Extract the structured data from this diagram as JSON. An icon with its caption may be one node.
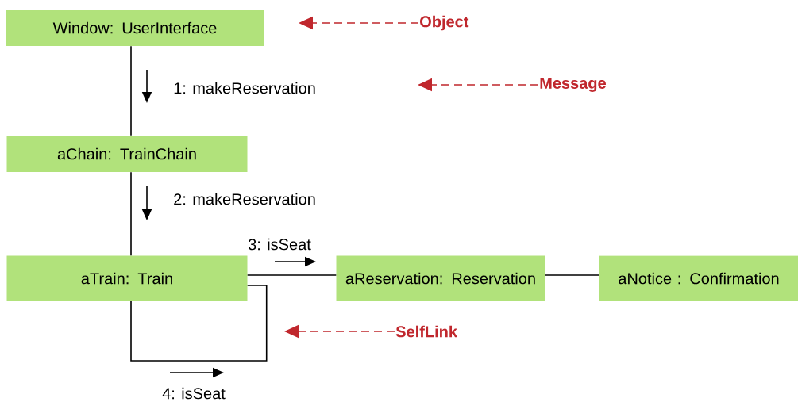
{
  "diagram": {
    "nodes": [
      {
        "text": [
          "Window: UserInterface"
        ]
      },
      {
        "text": [
          "aChain: TrainChain"
        ]
      },
      {
        "text": [
          "aTrain: Train"
        ]
      },
      {
        "text": [
          "aReservation: Reservation"
        ]
      },
      {
        "text": [
          "aNotice : Confirmation"
        ]
      },
      {
        "text": [
          "Object"
        ]
      },
      {
        "text": [
          "Message"
        ]
      },
      {
        "text": [
          "SelfLink"
        ]
      }
    ],
    "edges": [
      {
        "from": 0,
        "to": 1,
        "arrow": "none",
        "label": "1: makeReservation"
      },
      {
        "from": 1,
        "to": 2,
        "arrow": "none",
        "label": "2: makeReservation"
      },
      {
        "from": 2,
        "to": 3,
        "arrow": "none",
        "label": "3: isSeat"
      },
      {
        "from": 3,
        "to": 4,
        "arrow": "none"
      },
      {
        "from": 2,
        "to": 2,
        "arrow": "none",
        "label": "4: isSeat"
      },
      {
        "from": 5,
        "to": null,
        "arrow": "to",
        "style": "dashed",
        "color": "#c0272d"
      },
      {
        "from": 6,
        "to": null,
        "arrow": "to",
        "style": "dashed",
        "color": "#c0272d"
      },
      {
        "from": 7,
        "to": null,
        "arrow": "to",
        "style": "dashed",
        "color": "#c0272d"
      }
    ]
  }
}
